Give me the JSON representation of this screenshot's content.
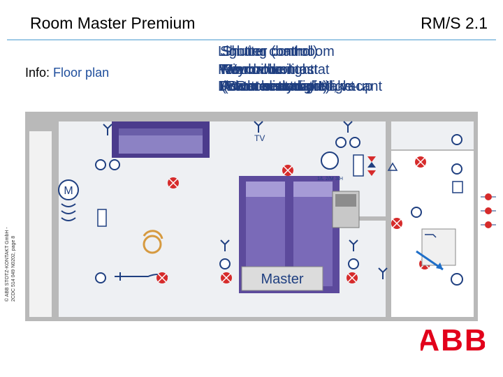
{
  "header": {
    "title_left": "Room Master Premium",
    "title_right": "RM/S 2.1"
  },
  "info": {
    "label": "Info:",
    "value": "Floor plan"
  },
  "overlay_text": {
    "line1a": "Lighting (bathroom",
    "line1b": "Shutter control)",
    "line1c": "Shutter control",
    "line2a": "Fan coil unit",
    "line2b": "Key card",
    "line2c": "Window contact",
    "line2d": "Room thermostat",
    "line2e": "Wardrobe light",
    "line2f": "Do-not-disturb / Make-up",
    "line2g": "Room heater",
    "line2h": "(Shutter actuator)",
    "line3a": "Room occupied, vacant",
    "line3b": "Power outlet",
    "line3c": "(Door entry light)",
    "line3d": "Bathroom, night light"
  },
  "plan": {
    "tv_label": "TV",
    "master_label": "Master",
    "motor_label": "M",
    "panel_labels": [
      "1/L",
      "2/M",
      "3/H"
    ]
  },
  "copyright": {
    "line1": "© ABB STOTZ-KONTAKT GmbH -",
    "line2": "2CDC 514 049 N0202, page 8"
  },
  "logo_text": "ABB",
  "colors": {
    "accent_blue": "#1f4e9c",
    "rule": "#9ec9e6",
    "wall": "#b9b9b9",
    "floor": "#eef0f3",
    "sofa": "#4b3b8c",
    "bed": "#5c4a9c",
    "lamp_red": "#d62b2b",
    "logo_red": "#e2001a"
  }
}
